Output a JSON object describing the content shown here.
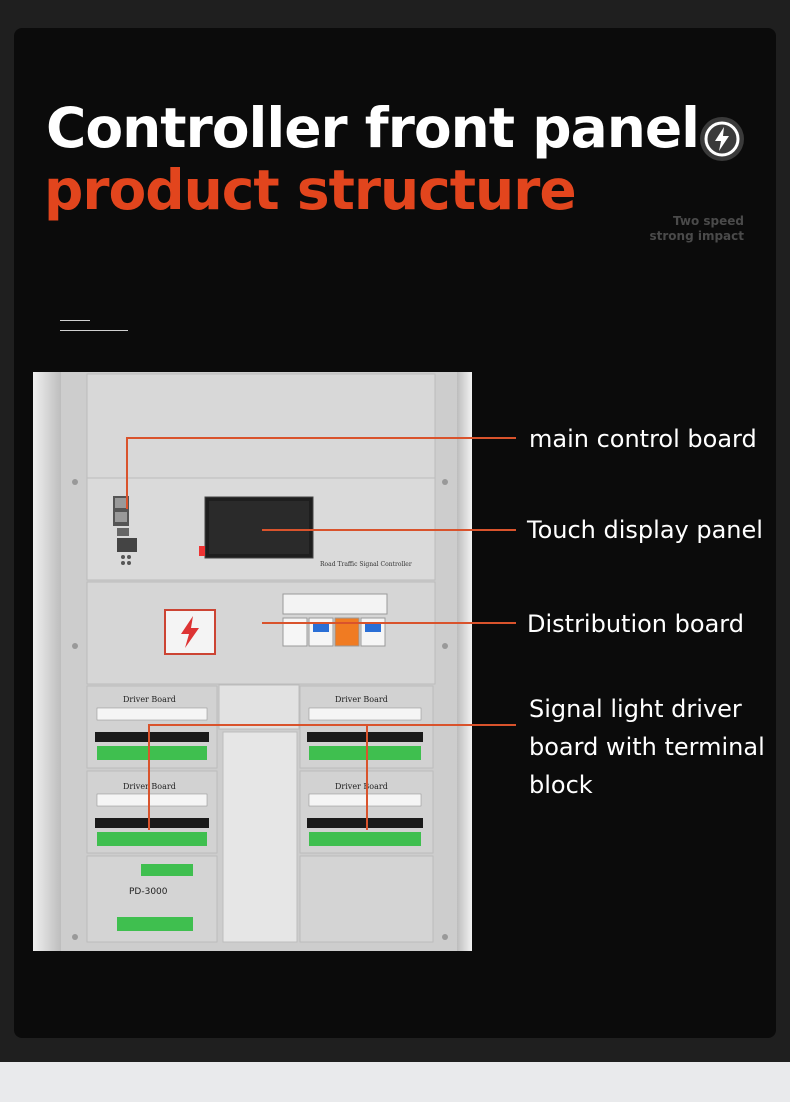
{
  "header": {
    "title_line1": "Controller front panel",
    "title_line2": "product structure",
    "tagline_line1": "Two speed",
    "tagline_line2": "strong impact",
    "badge_icon": "lightning-bolt-icon"
  },
  "colors": {
    "accent": "#e2451d",
    "leader": "#d9532c",
    "background": "#0b0b0b"
  },
  "panel": {
    "controller_label": "Road Traffic Signal Controller",
    "driver_board_label": "Driver Board",
    "module_label": "PD-3000"
  },
  "callouts": [
    {
      "label": "main control board"
    },
    {
      "label": "Touch display panel"
    },
    {
      "label": "Distribution board"
    },
    {
      "label_lines": [
        "Signal light driver",
        "board with terminal",
        "block"
      ]
    }
  ]
}
